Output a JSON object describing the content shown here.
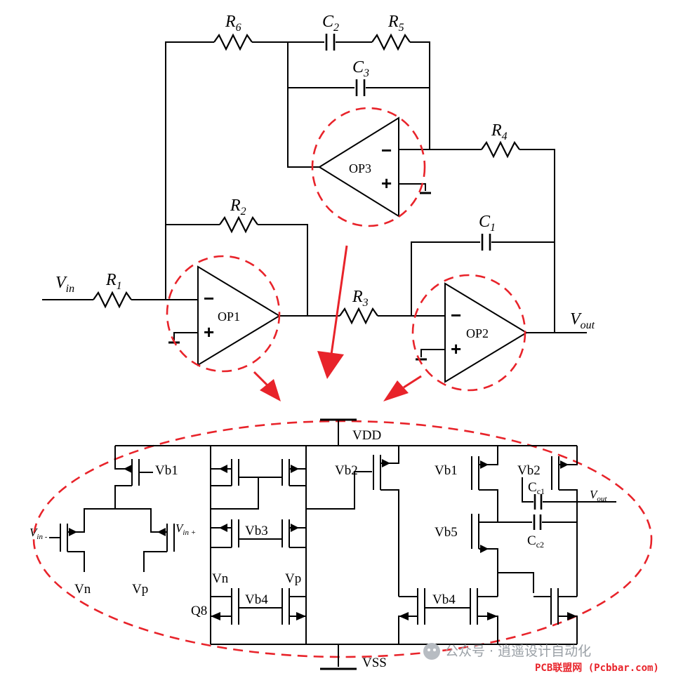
{
  "top_circuit": {
    "resistors": {
      "r6": "R",
      "r6_sub": "6",
      "r5": "R",
      "r5_sub": "5",
      "r4": "R",
      "r4_sub": "4",
      "r2": "R",
      "r2_sub": "2",
      "r1": "R",
      "r1_sub": "1",
      "r3": "R",
      "r3_sub": "3"
    },
    "capacitors": {
      "c2": "C",
      "c2_sub": "2",
      "c3": "C",
      "c3_sub": "3",
      "c1": "C",
      "c1_sub": "1"
    },
    "opamps": {
      "op1": "OP1",
      "op2": "OP2",
      "op3": "OP3"
    },
    "vin": "V",
    "vin_sub": "in",
    "vout": "V",
    "vout_sub": "out",
    "minus": "−",
    "plus": "+"
  },
  "bottom_circuit": {
    "vdd": "VDD",
    "vss": "VSS",
    "vb1_left": "Vb1",
    "vin_minus": "V",
    "vin_minus_sub": "in -",
    "vin_plus": "V",
    "vin_plus_sub": "in +",
    "vn_left": "Vn",
    "vp_left": "Vp",
    "vb3": "Vb3",
    "vb4_mid": "Vb4",
    "vn_mid": "Vn",
    "vp_mid": "Vp",
    "q8": "Q8",
    "vb2_mid": "Vb2",
    "vb1_right": "Vb1",
    "vb2_right": "Vb2",
    "cc1": "C",
    "cc1_sub": "c1",
    "cc2": "C",
    "cc2_sub": "c2",
    "vout": "V",
    "vout_sub": "out",
    "vb5": "Vb5",
    "vb4_right": "Vb4"
  },
  "watermark": {
    "text": "公众号 · 逍遥设计自动化",
    "site": "PCB联盟网 (Pcbbar.com)"
  },
  "colors": {
    "accent": "#e8232a",
    "wire": "#000000"
  }
}
